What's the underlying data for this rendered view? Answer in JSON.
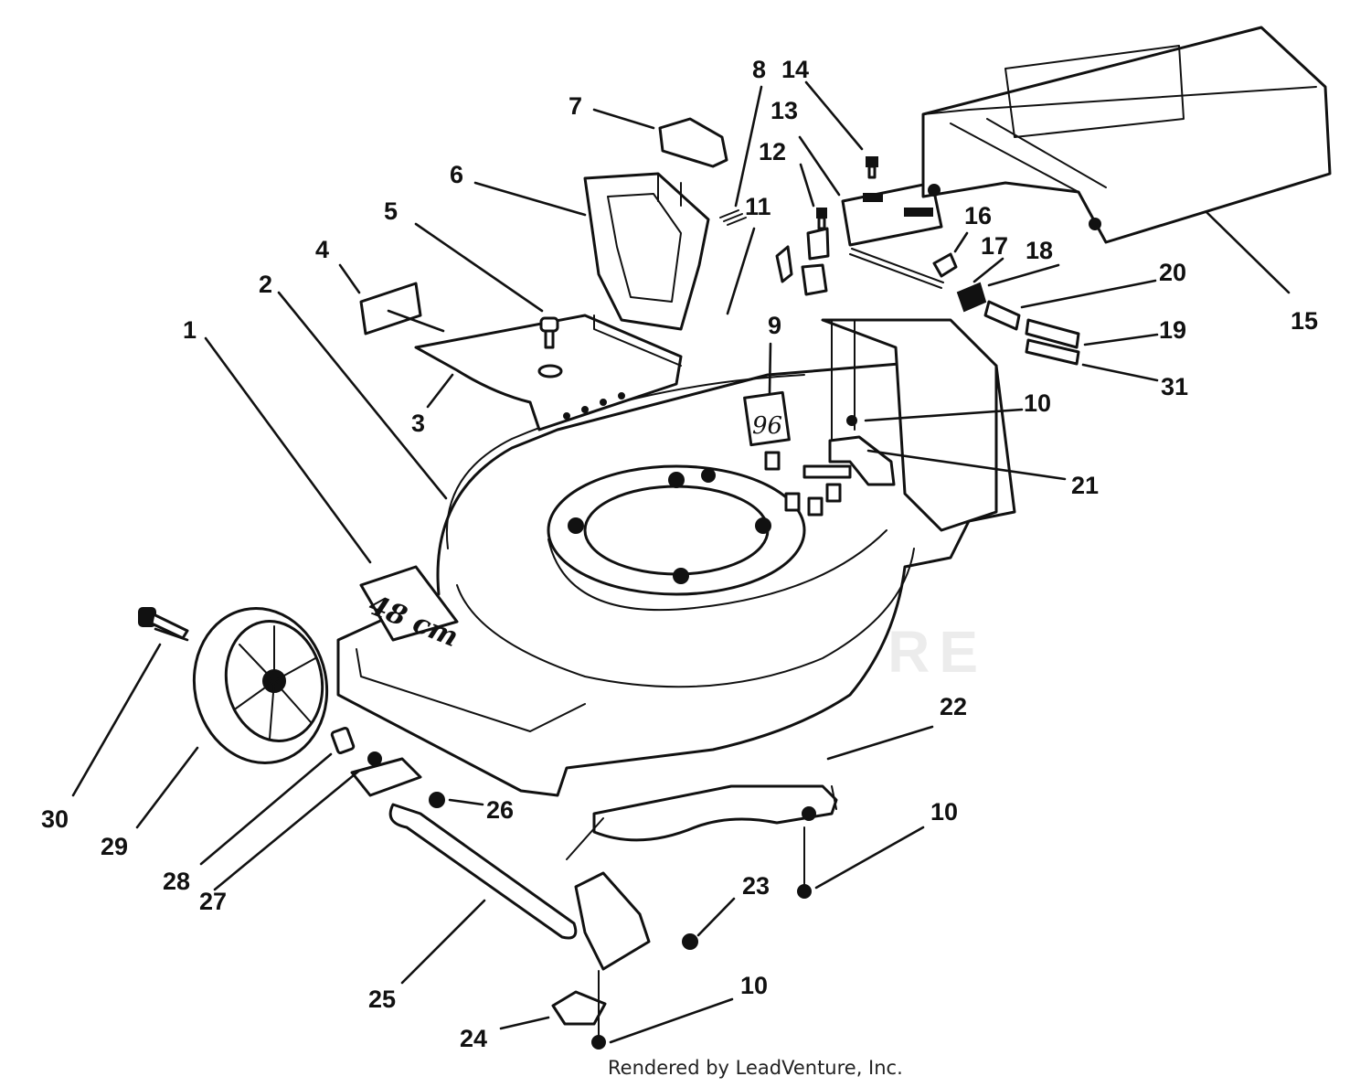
{
  "diagram": {
    "callouts": {
      "c1": "1",
      "c2": "2",
      "c3": "3",
      "c4": "4",
      "c5": "5",
      "c6": "6",
      "c7": "7",
      "c8": "8",
      "c9": "9",
      "c10a": "10",
      "c10b": "10",
      "c10c": "10",
      "c11": "11",
      "c12": "12",
      "c13": "13",
      "c14": "14",
      "c15": "15",
      "c16": "16",
      "c17": "17",
      "c18": "18",
      "c19": "19",
      "c20": "20",
      "c21": "21",
      "c22": "22",
      "c23": "23",
      "c24": "24",
      "c25": "25",
      "c26": "26",
      "c27": "27",
      "c28": "28",
      "c29": "29",
      "c30": "30",
      "c31": "31"
    },
    "deck_label": "48 cm",
    "decal_label": "96",
    "watermark": "LEADVENTURE",
    "credit": "Rendered by LeadVenture, Inc."
  }
}
